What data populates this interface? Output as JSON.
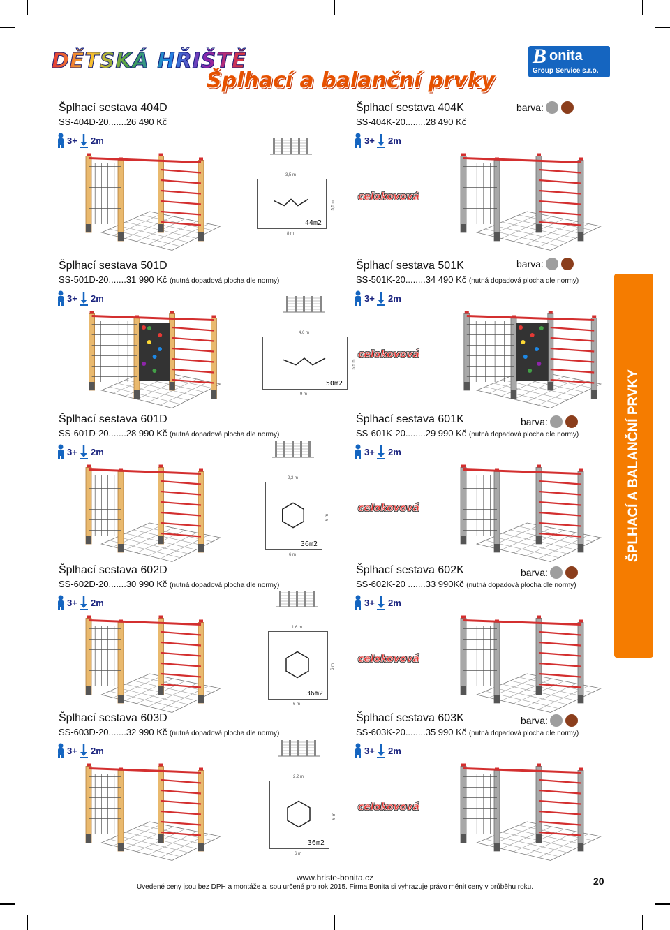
{
  "header": {
    "logo_text": "DĚTSKÁ HŘIŠTĚ",
    "title": "Šplhací a balanční prvky",
    "brand": {
      "letter": "B",
      "name": "onita",
      "sub": "Group Service s.r.o."
    }
  },
  "common": {
    "barva_label": "barva:",
    "age": "3+",
    "height": "2m",
    "celokovova": "celokovová",
    "note": "(nutná dopadová plocha dle normy)"
  },
  "colors": {
    "grey": "#9e9e9e",
    "brown": "#8b3e1c",
    "orange": "#f57c00",
    "blue": "#1565c0"
  },
  "products": [
    {
      "title": "Šplhací sestava 404D",
      "code": "SS-404D-20.......26 490 Kč",
      "note": ""
    },
    {
      "title": "Šplhací sestava 404K",
      "code": "SS-404K-20........28 490 Kč",
      "note": ""
    },
    {
      "title": "Šplhací sestava 501D",
      "code": "SS-501D-20.......31 990 Kč",
      "note": "(nutná dopadová plocha dle normy)"
    },
    {
      "title": "Šplhací sestava 501K",
      "code": "SS-501K-20........34 490 Kč",
      "note": "(nutná dopadová plocha dle normy)"
    },
    {
      "title": "Šplhací sestava 601D",
      "code": "SS-601D-20.......28 990 Kč",
      "note": "(nutná dopadová plocha dle normy)"
    },
    {
      "title": "Šplhací sestava 601K",
      "code": "SS-601K-20........29 990 Kč",
      "note": "(nutná dopadová plocha dle normy)"
    },
    {
      "title": "Šplhací sestava 602D",
      "code": "SS-602D-20.......30 990 Kč",
      "note": "(nutná dopadová plocha dle normy)"
    },
    {
      "title": "Šplhací sestava 602K",
      "code": "SS-602K-20 .......33 990Kč",
      "note": "(nutná dopadová plocha dle normy)"
    },
    {
      "title": "Šplhací sestava 603D",
      "code": "SS-603D-20.......32 990 Kč",
      "note": "(nutná dopadová plocha dle normy)"
    },
    {
      "title": "Šplhací sestava 603K",
      "code": "SS-603K-20........35 990 Kč",
      "note": "(nutná dopadová plocha dle normy)"
    }
  ],
  "plans": [
    {
      "area": "44m2",
      "w": "8 m",
      "inner": "3,5 m",
      "h": "5,5 m"
    },
    {
      "area": "50m2",
      "w": "9 m",
      "inner": "4,6 m",
      "h": "5,5 m"
    },
    {
      "area": "36m2",
      "w": "6 m",
      "inner": "2,2 m",
      "h": "6 m"
    },
    {
      "area": "36m2",
      "w": "6 m",
      "inner": "1,6 m",
      "h": "6 m"
    },
    {
      "area": "36m2",
      "w": "6 m",
      "inner": "2,2 m",
      "h": "6 m"
    }
  ],
  "sidebar": "ŠPLHACÍ A BALANČNÍ PRVKY",
  "footer": {
    "url": "www.hriste-bonita.cz",
    "note": "Uvedené ceny jsou bez DPH a montáže a jsou určené pro rok 2015. Firma Bonita si vyhrazuje právo měnit ceny v průběhu roku.",
    "page": "20"
  }
}
